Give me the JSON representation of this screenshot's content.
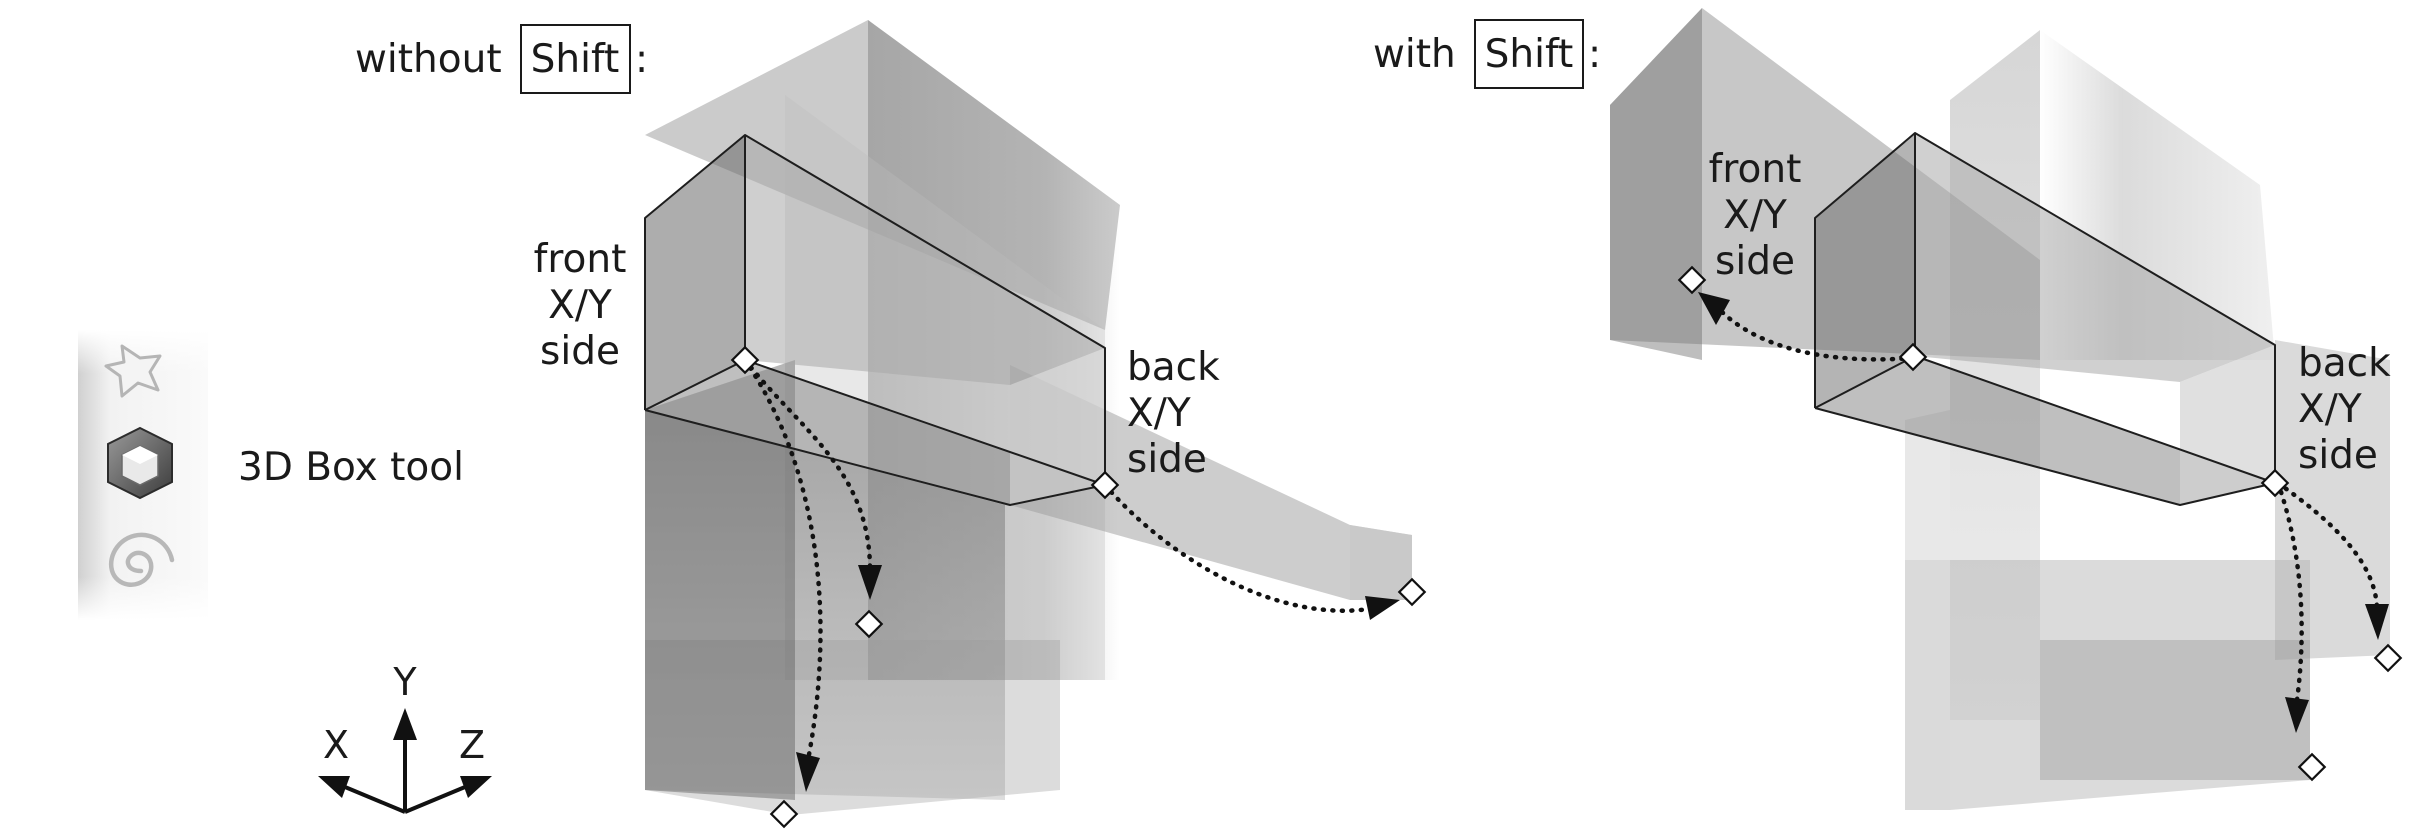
{
  "left_panel": {
    "title_prefix": "without",
    "title_key": "Shift",
    "title_suffix": ":",
    "front_label": [
      "front",
      "X/Y",
      "side"
    ],
    "back_label": [
      "back",
      "X/Y",
      "side"
    ]
  },
  "right_panel": {
    "title_prefix": "with",
    "title_key": "Shift",
    "title_suffix": ":",
    "front_label": [
      "front",
      "X/Y",
      "side"
    ],
    "back_label": [
      "back",
      "X/Y",
      "side"
    ]
  },
  "toolbar": {
    "tools": [
      {
        "icon": "star-icon",
        "active": false
      },
      {
        "icon": "3d-box-icon",
        "active": true
      },
      {
        "icon": "spiral-icon",
        "active": false
      }
    ],
    "active_tool_label": "3D Box tool"
  },
  "axes": {
    "x_label": "X",
    "y_label": "Y",
    "z_label": "Z"
  }
}
